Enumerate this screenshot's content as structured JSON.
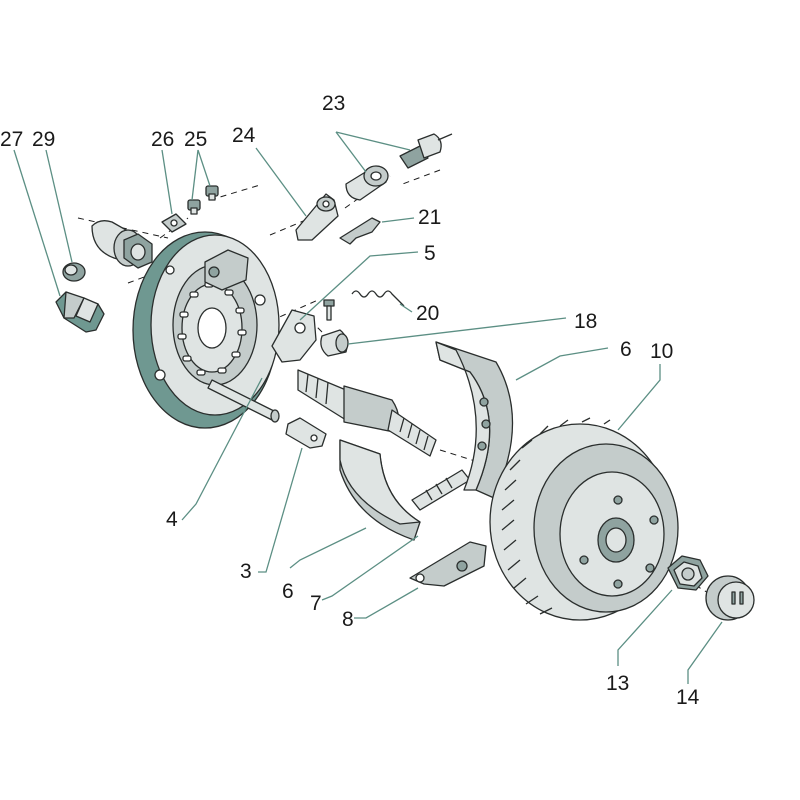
{
  "diagram": {
    "labels": [
      {
        "id": "p27",
        "text": "27"
      },
      {
        "id": "p29",
        "text": "29"
      },
      {
        "id": "p26",
        "text": "26"
      },
      {
        "id": "p25",
        "text": "25"
      },
      {
        "id": "p24",
        "text": "24"
      },
      {
        "id": "p23",
        "text": "23"
      },
      {
        "id": "p21",
        "text": "21"
      },
      {
        "id": "p5",
        "text": "5"
      },
      {
        "id": "p20",
        "text": "20"
      },
      {
        "id": "p18",
        "text": "18"
      },
      {
        "id": "p6a",
        "text": "6"
      },
      {
        "id": "p10",
        "text": "10"
      },
      {
        "id": "p4",
        "text": "4"
      },
      {
        "id": "p3",
        "text": "3"
      },
      {
        "id": "p6b",
        "text": "6"
      },
      {
        "id": "p7",
        "text": "7"
      },
      {
        "id": "p8",
        "text": "8"
      },
      {
        "id": "p13",
        "text": "13"
      },
      {
        "id": "p14",
        "text": "14"
      }
    ],
    "colors": {
      "leader": "#5c8f84",
      "part_light": "#dfe4e3",
      "part_mid": "#c4cccb",
      "part_dark": "#8fa3a0",
      "accent_teal": "#6f9891",
      "outline": "#2a2e2d"
    }
  }
}
